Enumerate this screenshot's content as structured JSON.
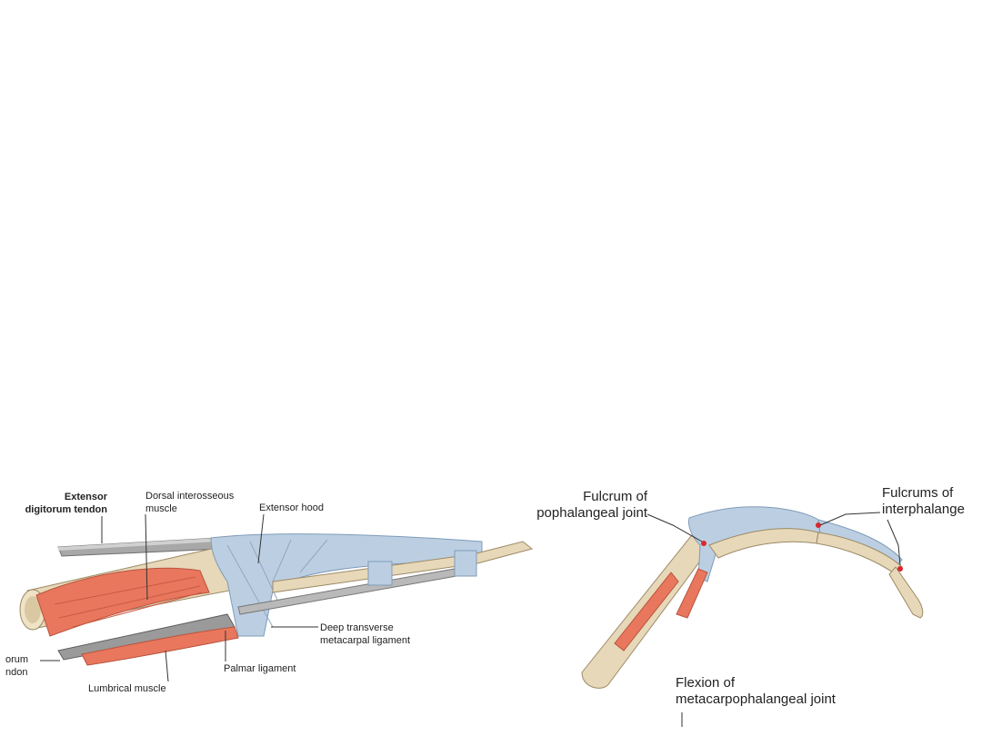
{
  "left_figure": {
    "labels": {
      "extensor_line1": "Extensor",
      "extensor_line2": "digitorum tendon",
      "dorsal_line1": "Dorsal interosseous",
      "dorsal_line2": "muscle",
      "extensor_hood": "Extensor hood",
      "deep_line1": "Deep transverse",
      "deep_line2": "metacarpal ligament",
      "flexor_line1": "orum",
      "flexor_line2": "ndon",
      "palmar": "Palmar ligament",
      "lumbrical": "Lumbrical muscle"
    }
  },
  "right_figure": {
    "labels": {
      "fulcrum_line1": "Fulcrum of",
      "fulcrum_line2": "pophalangeal joint",
      "fulcrums_line1": "Fulcrums of",
      "fulcrums_line2": "interphalange",
      "flexion_line1": "Flexion of",
      "flexion_line2": "metacarpophalangeal joint"
    }
  },
  "colors": {
    "bone": "#e9dcc0",
    "bone_shadow": "#c9b892",
    "muscle": "#e8775e",
    "tendon_sheath": "#b9cde0",
    "tendon_grey": "#9c9c9c",
    "fulcrum_point": "#d9272e"
  }
}
